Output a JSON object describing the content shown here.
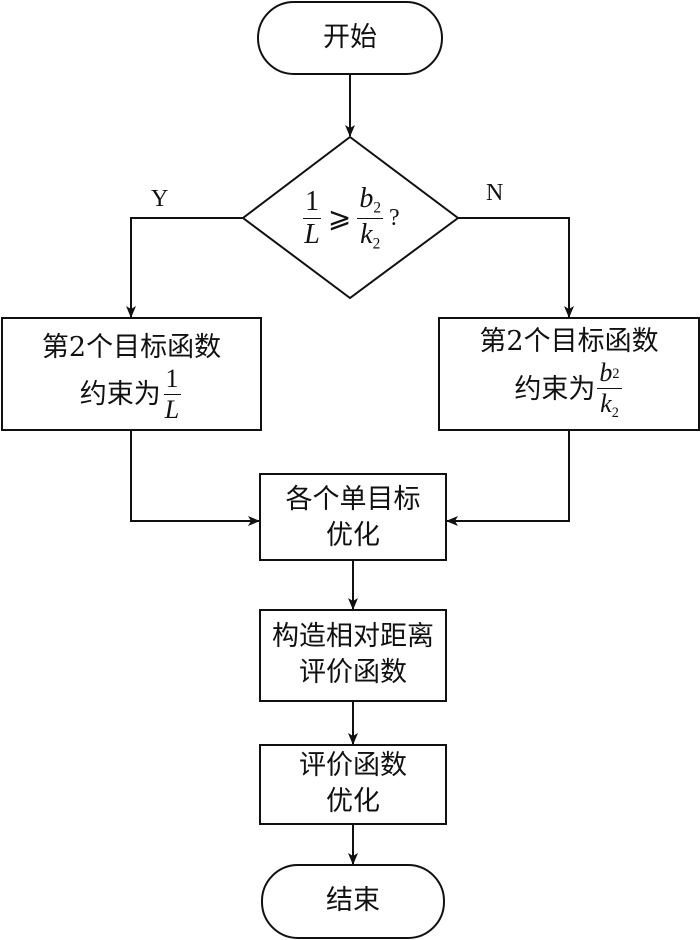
{
  "diagram": {
    "type": "flowchart",
    "nodes": {
      "start": {
        "shape": "terminal",
        "label": "开始"
      },
      "decision": {
        "shape": "diamond",
        "condition": {
          "lhs_num": "1",
          "lhs_den": "L",
          "relation": "⩾",
          "rhs_num": "b",
          "rhs_num_sub": "2",
          "rhs_den": "k",
          "rhs_den_sub": "2",
          "suffix": "?"
        }
      },
      "yes_box": {
        "shape": "process",
        "line1": "第2个目标函数",
        "line2_prefix": "约束为",
        "frac_num": "1",
        "frac_den": "L"
      },
      "no_box": {
        "shape": "process",
        "line1": "第2个目标函数",
        "line2_prefix": "约束为",
        "frac_num": "b",
        "frac_num_sub": "2",
        "frac_den": "k",
        "frac_den_sub": "2"
      },
      "single_opt": {
        "shape": "process",
        "line1": "各个单目标",
        "line2": "优化"
      },
      "construct": {
        "shape": "process",
        "line1": "构造相对距离",
        "line2": "评价函数"
      },
      "eval_opt": {
        "shape": "process",
        "line1": "评价函数",
        "line2": "优化"
      },
      "end": {
        "shape": "terminal",
        "label": "结束"
      }
    },
    "edges": [
      {
        "from": "start",
        "to": "decision",
        "label": ""
      },
      {
        "from": "decision",
        "to": "yes_box",
        "label": "Y"
      },
      {
        "from": "decision",
        "to": "no_box",
        "label": "N"
      },
      {
        "from": "yes_box",
        "to": "single_opt",
        "label": ""
      },
      {
        "from": "no_box",
        "to": "single_opt",
        "label": ""
      },
      {
        "from": "single_opt",
        "to": "construct",
        "label": ""
      },
      {
        "from": "construct",
        "to": "eval_opt",
        "label": ""
      },
      {
        "from": "eval_opt",
        "to": "end",
        "label": ""
      }
    ],
    "branch_labels": {
      "yes": "Y",
      "no": "N"
    },
    "colors": {
      "stroke": "#111111",
      "background": "#ffffff"
    }
  }
}
